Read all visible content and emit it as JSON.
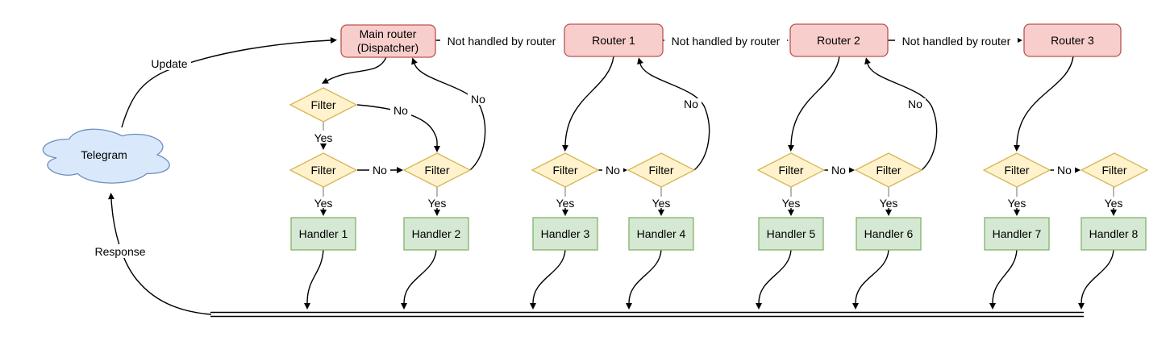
{
  "diagram": {
    "cloud": {
      "label": "Telegram"
    },
    "labels": {
      "update": "Update",
      "response": "Response",
      "yes": "Yes",
      "no": "No",
      "not_handled": "Not handled by router",
      "filter": "Filter"
    },
    "routers": {
      "main_line1": "Main router",
      "main_line2": "(Dispatcher)",
      "router1": "Router 1",
      "router2": "Router 2",
      "router3": "Router 3"
    },
    "handlers": [
      "Handler 1",
      "Handler 2",
      "Handler 3",
      "Handler 4",
      "Handler 5",
      "Handler 6",
      "Handler 7",
      "Handler 8"
    ],
    "colors": {
      "router_fill": "#f8cecc",
      "router_stroke": "#b85450",
      "filter_fill": "#fff2cc",
      "filter_stroke": "#d6b656",
      "handler_fill": "#d5e8d4",
      "handler_stroke": "#82b366",
      "cloud_fill": "#dae8fc",
      "cloud_stroke": "#6c8ebf",
      "edge": "#000000",
      "stub": "#999999",
      "background": "#ffffff"
    }
  }
}
